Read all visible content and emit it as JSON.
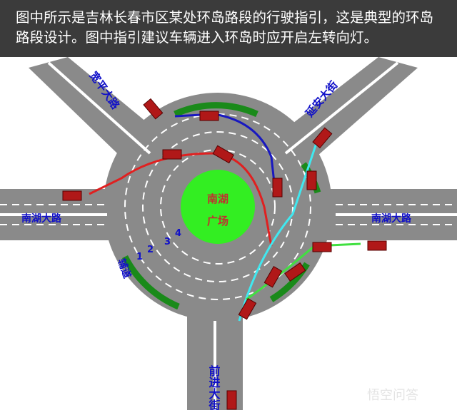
{
  "caption": "图中所示是吉林长春市区某处环岛路段的行驶指引，这是典型的环岛路段设计。图中指引建议车辆进入环岛时应开启左转向灯。",
  "roads": {
    "northwest": "宽平大路",
    "northeast": "延安大街",
    "west": "南湖大路",
    "east": "南湖大路",
    "south": "前进大街",
    "side_road": "辅道"
  },
  "island": {
    "line1": "南湖",
    "line2": "广场"
  },
  "lanes": [
    "1",
    "2",
    "3",
    "4"
  ],
  "watermark": "悟空问答",
  "colors": {
    "road": "#8a8a8a",
    "island": "#33ee22",
    "median": "#1a8a1a",
    "car": "#b01818",
    "left_turn_arrow": "#e02020",
    "through_arrow": "#1818c0",
    "right_arrow": "#40e8f0",
    "exit_arrow": "#40e040",
    "label": "#1010c8"
  }
}
